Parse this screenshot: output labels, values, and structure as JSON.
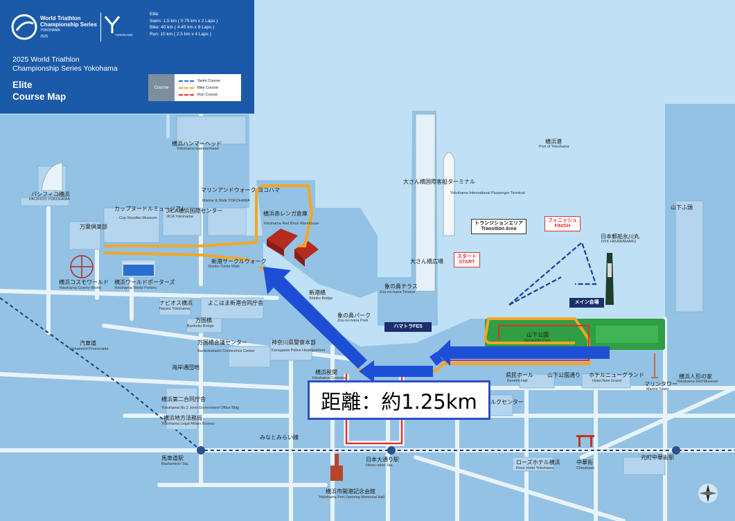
{
  "header": {
    "logo_line1": "World Triathlon",
    "logo_line2": "Championship Series",
    "logo_line3": "YOKOHAMA",
    "logo_line4": "2025",
    "city_mark": "YOKOHAMA",
    "category": "Elite",
    "swim": "Swim: 1.5 km ( 0.75 km x 2 Laps )",
    "bike": "Bike: 40 km ( 4.45 km x 9 Laps )",
    "run": "Run: 10 km ( 2.5 km x 4 Laps )",
    "event_line1": "2025 World Triathlon",
    "event_line2": "Championship Series Yokohama",
    "map_line1": "Elite",
    "map_line2": "Course Map"
  },
  "legend": {
    "heading": "Course",
    "items": [
      {
        "label": "Swim Course",
        "color": "#2a6fcf"
      },
      {
        "label": "Bike Course",
        "color": "#f5a623"
      },
      {
        "label": "Run Course",
        "color": "#e0312b"
      }
    ]
  },
  "callouts": {
    "transition_jp": "トランジションエリア",
    "transition_en": "Transition Area",
    "finish_jp": "フィニッシュ",
    "finish_en": "FINISH",
    "start_jp": "スタート",
    "start_en": "START",
    "main_venue": "メイン会場",
    "hamatora": "ハマトラFES"
  },
  "distance_label": "距離：約1.25km",
  "places": [
    {
      "jp": "横浜ハンマーヘッド",
      "en": "Yokohama Hammerhead"
    },
    {
      "jp": "パシフィコ横浜",
      "en": "PACIFICO YOKOHAMA"
    },
    {
      "jp": "カップヌードルミュージアム",
      "en": "Cup Noodles Museum"
    },
    {
      "jp": "JICA横浜国際センター",
      "en": "JICA Yokohama"
    },
    {
      "jp": "マリンアンドウォーク ヨコハマ",
      "en": "Marine & Walk YOKOHAMA"
    },
    {
      "jp": "横浜赤レンガ倉庫",
      "en": "Yokohama Red Brick Warehouse"
    },
    {
      "jp": "万葉倶楽部",
      "en": ""
    },
    {
      "jp": "横浜コスモワールド",
      "en": "Yokohama Cosmo World"
    },
    {
      "jp": "横浜ワールドポーターズ",
      "en": "Yokohama World Porters"
    },
    {
      "jp": "新港サークルウォーク",
      "en": "Shinko Circle Walk"
    },
    {
      "jp": "ナビオス横浜",
      "en": "Navios Yokohama"
    },
    {
      "jp": "よこはま新港合同庁舎",
      "en": ""
    },
    {
      "jp": "万国橋",
      "en": "Bankoku Bridge"
    },
    {
      "jp": "汽車道",
      "en": "Kishamichi Promenade"
    },
    {
      "jp": "万国橋会議センター",
      "en": "Bankokubashi Conference Center"
    },
    {
      "jp": "海岸通団地",
      "en": ""
    },
    {
      "jp": "横浜第二合同庁舎",
      "en": "Yokohama No.2 Joint Government Office Bldg"
    },
    {
      "jp": "横浜地方法務局",
      "en": "Yokohama Legal Affairs Bureau"
    },
    {
      "jp": "大さん橋国際客船ターミナル",
      "en": "Yokohama International Passenger Terminal"
    },
    {
      "jp": "大さん橋広場",
      "en": ""
    },
    {
      "jp": "新港橋",
      "en": "Shinko Bridge"
    },
    {
      "jp": "象の鼻パーク",
      "en": "Zou-no-hana Park"
    },
    {
      "jp": "象の鼻テラス",
      "en": "Zou-no-hana Terrace"
    },
    {
      "jp": "神奈川県警察本部",
      "en": "Kanagawa Police Headquarters"
    },
    {
      "jp": "横浜税関",
      "en": "Yokohama Customs"
    },
    {
      "jp": "横浜市開港記念会館",
      "en": "Yokohama Port Opening Memorial Hall"
    },
    {
      "jp": "日本大通り駅",
      "en": "Nihon-odori Sta."
    },
    {
      "jp": "山下公園",
      "en": "Yamashita Park"
    },
    {
      "jp": "県民ホール",
      "en": "Kenmin Hall"
    },
    {
      "jp": "山下公園通り",
      "en": ""
    },
    {
      "jp": "ホテルニューグランド",
      "en": "Hotel New Grand"
    },
    {
      "jp": "マリンタワー",
      "en": "Marine Tower"
    },
    {
      "jp": "日本郵船氷川丸",
      "en": "NYK HIKAWAMARU"
    },
    {
      "jp": "横浜港",
      "en": "Port of Yokohama"
    },
    {
      "jp": "山下ふ頭",
      "en": ""
    },
    {
      "jp": "横浜人形の家",
      "en": "Yokohama Doll Museum"
    },
    {
      "jp": "シルクセンター",
      "en": ""
    },
    {
      "jp": "ローズホテル横浜",
      "en": "Rose Hotel Yokohama"
    },
    {
      "jp": "中華街",
      "en": "Chinatown"
    },
    {
      "jp": "元町中華街駅",
      "en": ""
    },
    {
      "jp": "馬車道駅",
      "en": "Bashamichi Sta."
    },
    {
      "jp": "みなとみらい線",
      "en": ""
    }
  ],
  "colors": {
    "sea": "#bfe0f5",
    "land": "#93c2e4",
    "road": "#e9f3fb",
    "header": "#1b5aa8",
    "swim": "#2a6fcf",
    "bike": "#f5a623",
    "run": "#e0312b",
    "arrow": "#1d4fd6",
    "park": "#2f9e44"
  }
}
